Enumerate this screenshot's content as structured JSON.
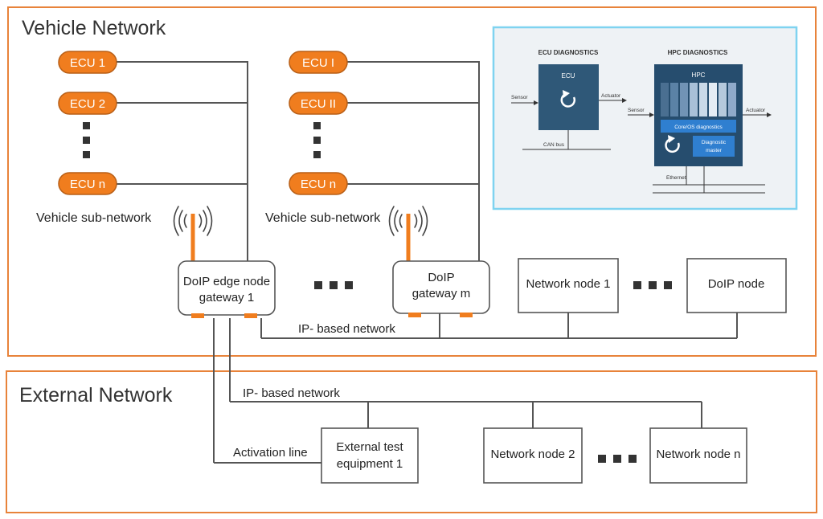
{
  "vehicle_network": {
    "title": "Vehicle Network",
    "group1_ecus": [
      "ECU 1",
      "ECU 2",
      "ECU n"
    ],
    "group2_ecus": [
      "ECU I",
      "ECU II",
      "ECU n"
    ],
    "subnetwork_label": "Vehicle sub-network",
    "subnetwork_label_2": "Vehicle sub-network",
    "edge_gateway": [
      "DoIP edge node",
      "gateway 1"
    ],
    "gateway_m": [
      "DoIP",
      "gateway m"
    ],
    "network_node_1": "Network node 1",
    "doip_node": "DoIP node",
    "ip_network_label": "IP- based network"
  },
  "external_network": {
    "title": "External Network",
    "ip_network_label": "IP- based network",
    "activation_line_label": "Activation line",
    "test_equipment": [
      "External test",
      "equipment 1"
    ],
    "network_node_2": "Network node 2",
    "network_node_n": "Network node n"
  },
  "inset": {
    "ecu_title": "ECU DIAGNOSTICS",
    "hpc_title": "HPC DIAGNOSTICS",
    "ecu_box_label": "ECU",
    "hpc_box_label": "HPC",
    "sensor_label": "Sensor",
    "actuator_label": "Actuator",
    "sensor_label_2": "Sensor",
    "actuator_label_2": "Actuator",
    "can_bus_label": "CAN bus",
    "core_os_label": "Core/OS diagnostics",
    "diag_master_label": [
      "Diagnostic",
      "master"
    ],
    "ethernet_label": "Ethernet"
  },
  "colors": {
    "frame_orange": "#E8833A",
    "ecu_orange": "#F07D1E",
    "inset_border": "#7FD3F0",
    "inset_bg": "#EEF2F5",
    "ecu_box_blue": "#2F5878",
    "hpc_box_blue": "#264D6E",
    "core_bar_blue": "#2F7FD0"
  }
}
